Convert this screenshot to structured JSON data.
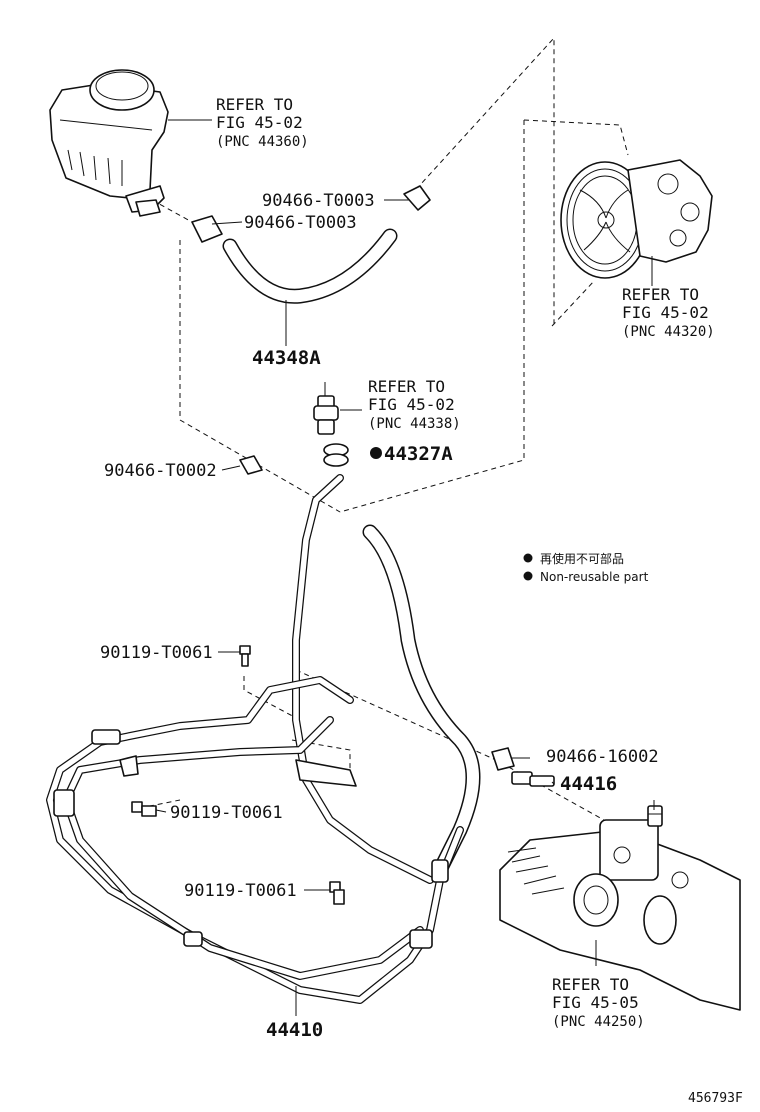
{
  "diagram_id": "456793F",
  "legend": {
    "jp": "再使用不可部品",
    "en": "Non-reusable part"
  },
  "refs": {
    "reservoir": {
      "line1": "REFER TO",
      "line2": "FIG 45-02",
      "pnc": "(PNC 44360)"
    },
    "pump": {
      "line1": "REFER TO",
      "line2": "FIG 45-02",
      "pnc": "(PNC 44320)"
    },
    "switch": {
      "line1": "REFER TO",
      "line2": "FIG 45-02",
      "pnc": "(PNC 44338)"
    },
    "gear": {
      "line1": "REFER TO",
      "line2": "FIG 45-05",
      "pnc": "(PNC 44250)"
    }
  },
  "parts": {
    "clamp_upper_right": "90466-T0003",
    "clamp_upper_left": "90466-T0003",
    "hose_suction": "44348A",
    "gasket": "44327A",
    "clamp_mid": "90466-T0002",
    "bolt_1": "90119-T0061",
    "clamp_lower": "90466-16002",
    "union": "44416",
    "bolt_2": "90119-T0061",
    "bolt_3": "90119-T0061",
    "tube_assembly": "44410"
  }
}
